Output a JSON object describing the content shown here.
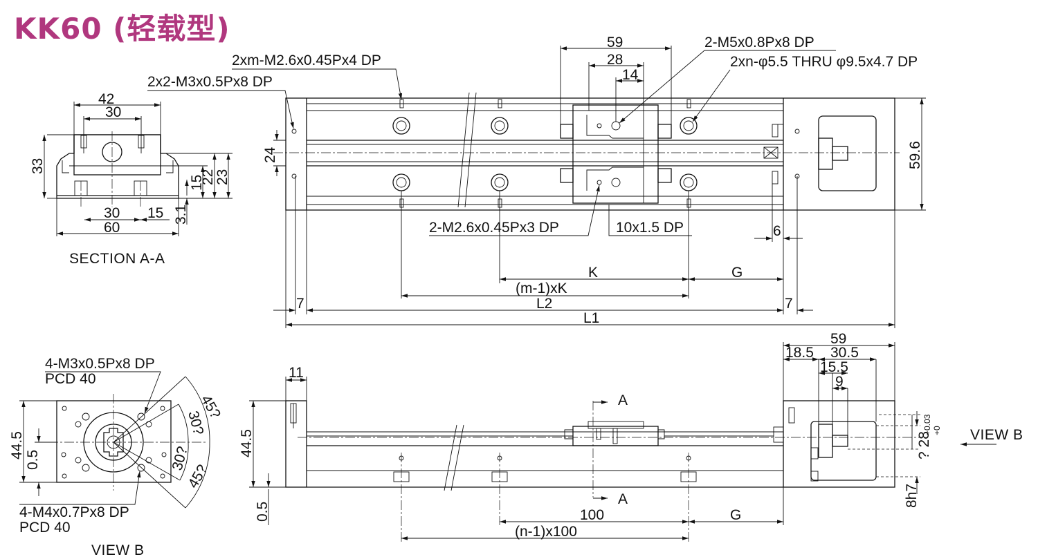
{
  "title": "KK60 (轻载型)",
  "sections": {
    "section_aa": "SECTION A-A",
    "view_b": "VIEW B",
    "view_b_arrow": "VIEW B",
    "cut_a_top": "A",
    "cut_a_bottom": "A"
  },
  "callouts": {
    "m2_6_top": "2xm-M2.6x0.45Px4 DP",
    "m3_side": "2x2-M3x0.5Px8 DP",
    "m5": "2-M5x0.8Px8 DP",
    "thru": "2xn-φ5.5 THRU φ9.5x4.7 DP",
    "m2_6_bottom": "2-M2.6x0.45Px3 DP",
    "depth_10x1_5": "10x1.5 DP",
    "m3_viewb": "4-M3x0.5Px8 DP",
    "pcd_top": "PCD 40",
    "m4_viewb": "4-M4x0.7Px8 DP",
    "pcd_bottom": "PCD 40"
  },
  "section_dims": {
    "w42": "42",
    "w30_top": "30",
    "h33": "33",
    "h22": "22",
    "h23": "23",
    "h15": "15",
    "w30_bot": "30",
    "w15": "15",
    "w60": "60",
    "h3_1": "3.1"
  },
  "top_dims": {
    "d59": "59",
    "d28": "28",
    "d14": "14",
    "d24": "24",
    "d59_6": "59.6",
    "d6": "6",
    "K": "K",
    "G": "G",
    "m1K": "(m-1)xK",
    "d7_left": "7",
    "L2": "L2",
    "d7_right": "7",
    "L1": "L1"
  },
  "front_dims": {
    "d11": "11",
    "d44_5": "44.5",
    "d0_5": "0.5",
    "d100": "100",
    "G": "G",
    "n1_100": "(n-1)x100",
    "d59": "59",
    "d18_5": "18.5",
    "d30_5": "30.5",
    "d15_5": "15.5",
    "d9": "9",
    "tol": "+0.03",
    "tol0": "+0",
    "phi28": "? 28",
    "phi8h7": "8h7"
  },
  "viewb_dims": {
    "d44_5": "44.5",
    "d0_5": "0.5",
    "a45_top": "45?",
    "a30_top": "30?",
    "a30_bot": "30?",
    "a45_bot": "45?"
  }
}
